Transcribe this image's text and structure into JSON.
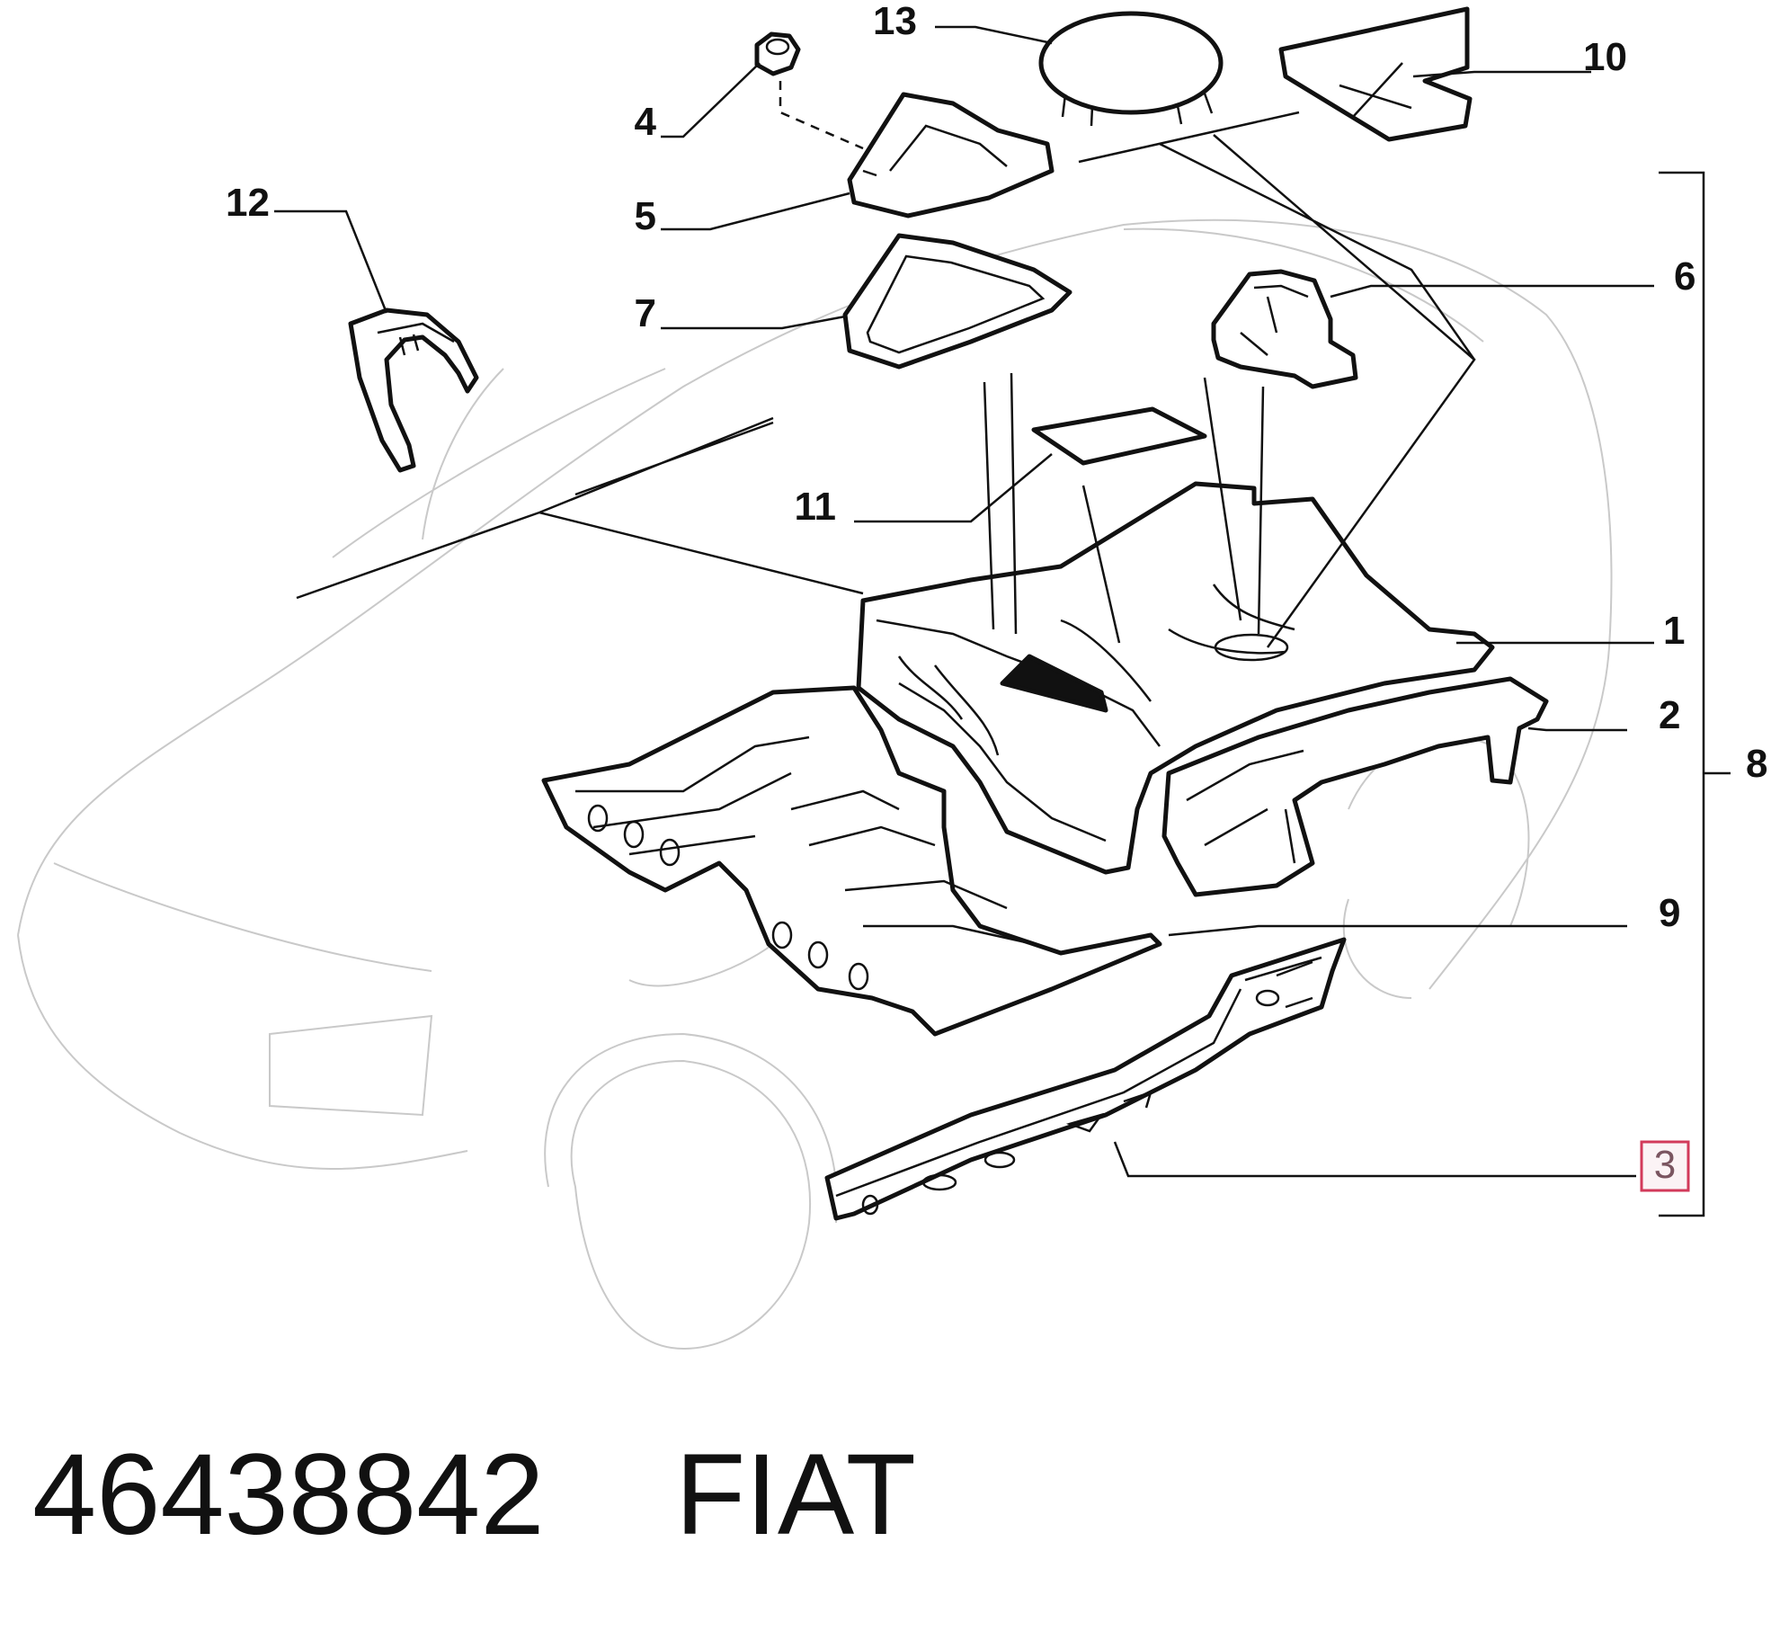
{
  "callouts": {
    "c1": "1",
    "c2": "2",
    "c3": "3",
    "c4": "4",
    "c5": "5",
    "c6": "6",
    "c7": "7",
    "c8": "8",
    "c9": "9",
    "c10": "10",
    "c11": "11",
    "c12": "12",
    "c13": "13"
  },
  "highlighted_callout": "3",
  "caption": {
    "part_number": "46438842",
    "brand": "FIAT"
  },
  "colors": {
    "line": "#111111",
    "ghost_car": "#c9c9c9",
    "highlight_border": "#d23a5a",
    "background": "#ffffff"
  }
}
